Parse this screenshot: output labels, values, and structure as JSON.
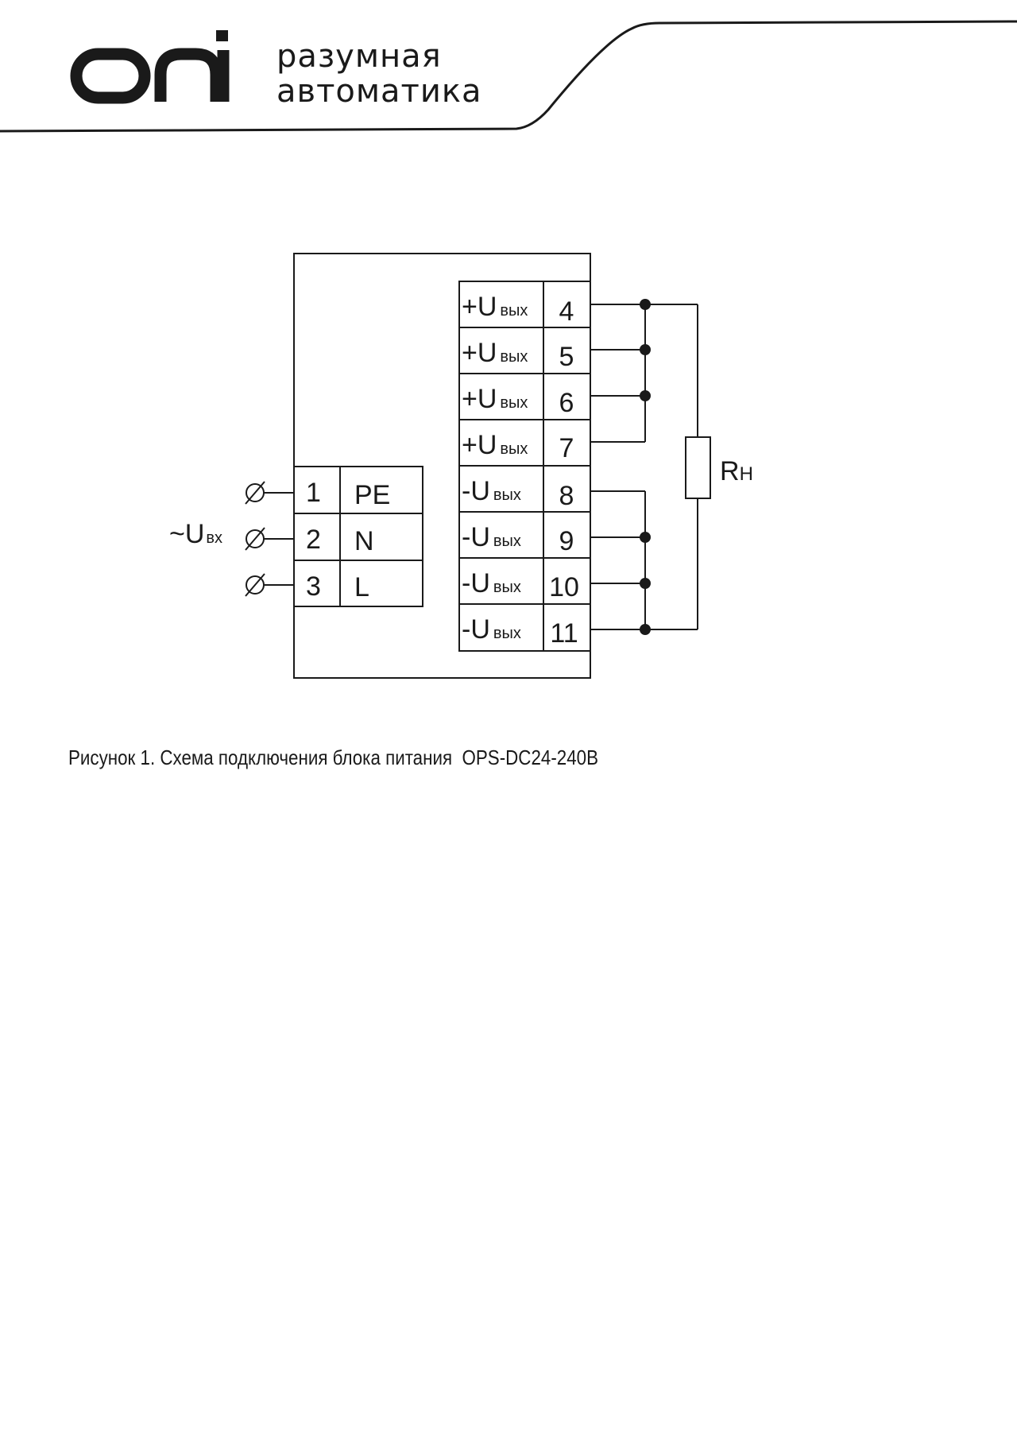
{
  "header": {
    "brand": "oni",
    "tagline_line1": "разумная",
    "tagline_line2": "автоматика"
  },
  "diagram": {
    "input_label": "~U",
    "input_label_sub": "вх",
    "input_terminals": [
      {
        "number": "1",
        "name": "PE"
      },
      {
        "number": "2",
        "name": "N"
      },
      {
        "number": "3",
        "name": "L"
      }
    ],
    "output_terminals": [
      {
        "sign": "+U",
        "sub": "вых",
        "number": "4"
      },
      {
        "sign": "+U",
        "sub": "вых",
        "number": "5"
      },
      {
        "sign": "+U",
        "sub": "вых",
        "number": "6"
      },
      {
        "sign": "+U",
        "sub": "вых",
        "number": "7"
      },
      {
        "sign": "-U",
        "sub": "вых",
        "number": "8"
      },
      {
        "sign": "-U",
        "sub": "вых",
        "number": "9"
      },
      {
        "sign": "-U",
        "sub": "вых",
        "number": "10"
      },
      {
        "sign": "-U",
        "sub": "вых",
        "number": "11"
      }
    ],
    "load_label": "R",
    "load_label_sub": "Н",
    "terminal_symbol": "∅"
  },
  "caption": "Рисунок 1. Схема подключения блока питания  OPS-DC24-240В",
  "colors": {
    "ink": "#1a1a1a",
    "background": "#ffffff"
  }
}
